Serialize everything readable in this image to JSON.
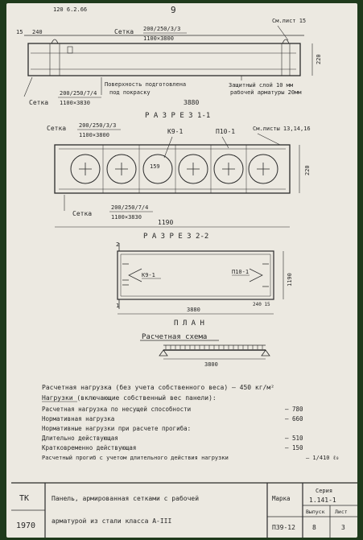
{
  "page_number": "9",
  "handwritten_note": "120 6.2.66",
  "section_1": {
    "title": "Р А З Р Е З 1-1",
    "dim_15": "15",
    "dim_240": "240",
    "dim_220": "220",
    "dim_3880": "3880",
    "mesh_top_label": "Сетка",
    "mesh_top_spec": "200/250/3/3",
    "mesh_top_size": "1100×3800",
    "mesh_bottom_label": "Сетка",
    "mesh_bottom_spec": "200/250/7/4",
    "mesh_bottom_size": "1100×3830",
    "sheet_ref": "См.лист 15",
    "surface_label_1": "Поверхность подготовлена",
    "surface_label_2": "под покраску",
    "cover_label_1": "Защитный слой 10 мм",
    "cover_label_2": "рабочей арматуры 20мм"
  },
  "section_2": {
    "title": "Р А З Р Е З 2-2",
    "mesh_top_label": "Сетка",
    "mesh_top_spec": "200/250/3/3",
    "mesh_top_size": "1100×3800",
    "mesh_bottom_label": "Сетка",
    "mesh_bottom_spec": "200/250/7/4",
    "mesh_bottom_size": "1100×3830",
    "k9_label": "К9-1",
    "p10_label": "П10-1",
    "sheets_ref": "См.листы 13,14,16",
    "diameter": "159",
    "dim_220": "220",
    "dim_1190": "1190"
  },
  "plan": {
    "title": "П Л А Н",
    "k9_label": "К9-1",
    "p10_label": "П10-1",
    "dim_1190": "1190",
    "dim_3880": "3880",
    "dim_small": "240 15",
    "mark_1": "1",
    "mark_2": "2"
  },
  "scheme": {
    "title": "Расчетная схема",
    "dim_3800": "3800"
  },
  "loads": {
    "design_load": "Расчетная нагрузка (без учета собственного веса) — 450 кг/м²",
    "loads_header": "Нагрузки (включающие собственный вес панели):",
    "lines": [
      {
        "label": "Расчетная нагрузка по несущей способности",
        "value": "— 780"
      },
      {
        "label": "Нормативная нагрузка",
        "value": "— 660"
      },
      {
        "label": "Нормативные нагрузки при расчете прогиба:",
        "value": ""
      },
      {
        "label": "Длительно действующая",
        "value": "— 510"
      },
      {
        "label": "Кратковременно действующая",
        "value": "— 150"
      },
      {
        "label": "Расчетный прогиб с учетом длительного действия нагрузки",
        "value": "— 1/410 ℓ₀"
      }
    ]
  },
  "title_block": {
    "series_org": "ТК",
    "year": "1970",
    "description_1": "Панель, армированная сетками с рабочей",
    "description_2": "арматурой из стали класса А-III",
    "mark_label": "Марка",
    "mark_value": "П39-12",
    "series_label": "Серия",
    "series_value": "1.141-1",
    "issue_label": "Выпуск",
    "issue_value": "8",
    "sheet_label": "Лист",
    "sheet_value": "3"
  }
}
